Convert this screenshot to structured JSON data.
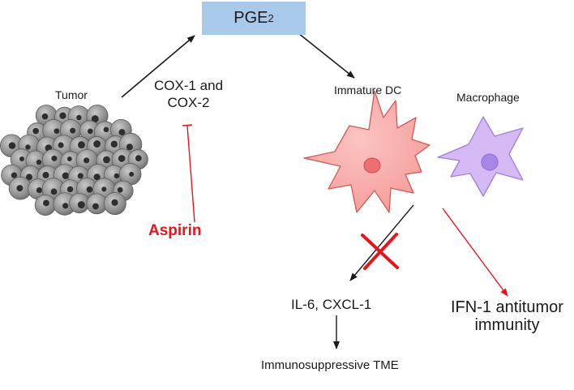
{
  "nodes": {
    "pge2": {
      "text": "PGE",
      "subscript": "2",
      "fill": "#a9c9ea"
    },
    "tumor": {
      "label": "Tumor"
    },
    "cox": {
      "line1": "COX-1 and",
      "line2": "COX-2"
    },
    "aspirin": {
      "label": "Aspirin",
      "color": "#e8141b"
    },
    "immature_dc": {
      "label": "Immature DC"
    },
    "macrophage": {
      "label": "Macrophage"
    },
    "cytokines": {
      "label": "IL-6, CXCL-1"
    },
    "ifn": {
      "line1": "IFN-1 antitumor",
      "line2": "immunity"
    },
    "tme": {
      "label": "Immunosuppressive TME"
    }
  },
  "colors": {
    "arrow": "#1a1a1a",
    "inhibition": "#e8141b",
    "dc_fill": "#f7a3a0",
    "dc_stroke": "#d05a58",
    "dc_nucleus": "#ef6f6e",
    "macrophage_fill": "#d5b9f5",
    "macrophage_stroke": "#9f7fd8",
    "macrophage_nucleus": "#a787e6",
    "tumor_cell": "#8d8d8d",
    "tumor_nucleus": "#2e2e2e"
  }
}
